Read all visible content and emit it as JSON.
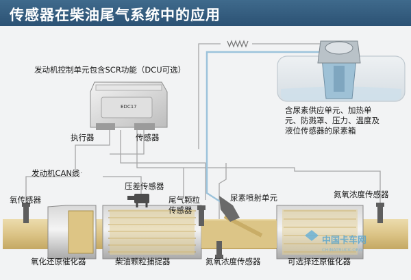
{
  "title": "传感器在柴油尾气系统中的应用",
  "labels": {
    "dcu": "发动机控制单元包含SCR功能（DCU可选）",
    "ecu_model": "EDC17",
    "actuator": "执行器",
    "sensor": "传感器",
    "can": "发动机CAN线",
    "urea_tank": "含尿素供应单元、加热单\n元、防溅罩、压力、温度及\n液位传感器的尿素箱",
    "diff_pressure": "压差传感器",
    "pm_sensor": "尾气颗粒\n传感器",
    "urea_injector": "尿素喷射单元",
    "nox_sensor_right": "氮氧浓度传感器",
    "o2_sensor": "氧传感器",
    "oxidation_catalyst": "氧化还原催化器",
    "dpf": "柴油颗粒捕捉器",
    "nox_sensor_bottom": "氮氧浓度传感器",
    "optional_catalyst": "可选择还原催化器"
  },
  "watermark": {
    "cn": "中国卡车网",
    "en": "CHINATRUCK.ORG"
  },
  "colors": {
    "title_bg": "#33597b",
    "pipe": "#e2cf9a",
    "pipe_shade": "#c9ad67",
    "line": "#9a9a9a",
    "urea_line": "#9cc3db"
  }
}
